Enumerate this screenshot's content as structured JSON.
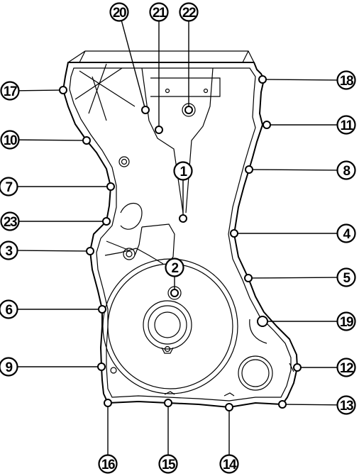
{
  "diagram": {
    "callouts": [
      {
        "label": "1",
        "bolt": [
          258,
          308
        ],
        "bubble": [
          258,
          241
        ],
        "side": "top"
      },
      {
        "label": "2",
        "bolt": [
          246,
          413
        ],
        "bubble": [
          246,
          377
        ],
        "side": "top"
      },
      {
        "label": "3",
        "bolt": [
          127,
          354
        ],
        "bubble": [
          12,
          353
        ],
        "side": "left"
      },
      {
        "label": "4",
        "bolt": [
          330,
          329
        ],
        "bubble": [
          488,
          329
        ],
        "side": "right"
      },
      {
        "label": "5",
        "bolt": [
          350,
          392
        ],
        "bubble": [
          488,
          391
        ],
        "side": "right"
      },
      {
        "label": "6",
        "bolt": [
          144,
          436
        ],
        "bubble": [
          12,
          436
        ],
        "side": "left"
      },
      {
        "label": "7",
        "bolt": [
          156,
          263
        ],
        "bubble": [
          12,
          263
        ],
        "side": "left"
      },
      {
        "label": "8",
        "bolt": [
          351,
          239
        ],
        "bubble": [
          488,
          240
        ],
        "side": "right"
      },
      {
        "label": "9",
        "bolt": [
          143,
          517
        ],
        "bubble": [
          12,
          517
        ],
        "side": "left"
      },
      {
        "label": "10",
        "bolt": [
          122,
          198
        ],
        "bubble": [
          14,
          197
        ],
        "side": "left"
      },
      {
        "label": "11",
        "bolt": [
          376,
          176
        ],
        "bubble": [
          488,
          176
        ],
        "side": "right"
      },
      {
        "label": "12",
        "bolt": [
          419,
          518
        ],
        "bubble": [
          488,
          518
        ],
        "side": "right"
      },
      {
        "label": "13",
        "bolt": [
          398,
          570
        ],
        "bubble": [
          488,
          571
        ],
        "side": "right"
      },
      {
        "label": "14",
        "bolt": [
          323,
          574
        ],
        "bubble": [
          323,
          654
        ],
        "side": "bottom"
      },
      {
        "label": "15",
        "bolt": [
          237,
          568
        ],
        "bubble": [
          237,
          654
        ],
        "side": "bottom"
      },
      {
        "label": "16",
        "bolt": [
          152,
          568
        ],
        "bubble": [
          152,
          654
        ],
        "side": "bottom"
      },
      {
        "label": "17",
        "bolt": [
          89,
          127
        ],
        "bubble": [
          14,
          128
        ],
        "side": "left"
      },
      {
        "label": "18",
        "bolt": [
          370,
          112
        ],
        "bubble": [
          488,
          113
        ],
        "side": "right"
      },
      {
        "label": "19",
        "bolt": [
          370,
          453
        ],
        "bubble": [
          488,
          453
        ],
        "side": "right"
      },
      {
        "label": "20",
        "bolt": [
          205,
          155
        ],
        "bubble": [
          168,
          17
        ],
        "side": "top"
      },
      {
        "label": "21",
        "bolt": [
          224,
          183
        ],
        "bubble": [
          224,
          17
        ],
        "side": "top"
      },
      {
        "label": "22",
        "bolt": [
          266,
          155
        ],
        "bubble": [
          266,
          17
        ],
        "side": "top"
      },
      {
        "label": "23",
        "bolt": [
          150,
          312
        ],
        "bubble": [
          14,
          312
        ],
        "side": "left"
      }
    ]
  }
}
